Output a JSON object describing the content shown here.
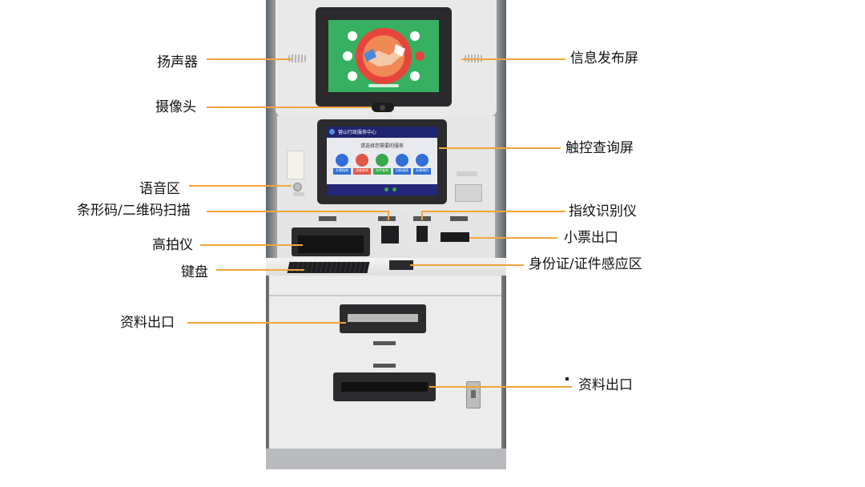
{
  "labels": {
    "speaker": "扬声器",
    "camera": "摄像头",
    "voice": "语音区",
    "scanner": "条形码/二维码扫描",
    "doc_camera": "高拍仪",
    "keyboard": "键盘",
    "doc_output_1": "资料出口",
    "info_screen": "信息发布屏",
    "touch_screen": "触控查询屏",
    "fingerprint": "指纹识别仪",
    "receipt": "小票出口",
    "id_card": "身份证/证件感应区",
    "doc_output_2": "资料出口"
  },
  "touch_screen_ui": {
    "header": "营山行政服务中心",
    "prompt": "请选择您需要的服务",
    "buttons": [
      "办事指南",
      "进度查询",
      "办件查询",
      "自助填表",
      "办事预约"
    ],
    "button_colors": [
      "#2f6fd6",
      "#e0574a",
      "#3aa84f",
      "#2f6fd6",
      "#2f6fd6"
    ]
  },
  "colors": {
    "leader_line": "#f3a43a",
    "info_screen_bg": "#37b061",
    "touch_screen_bg": "#2a2f8a"
  }
}
